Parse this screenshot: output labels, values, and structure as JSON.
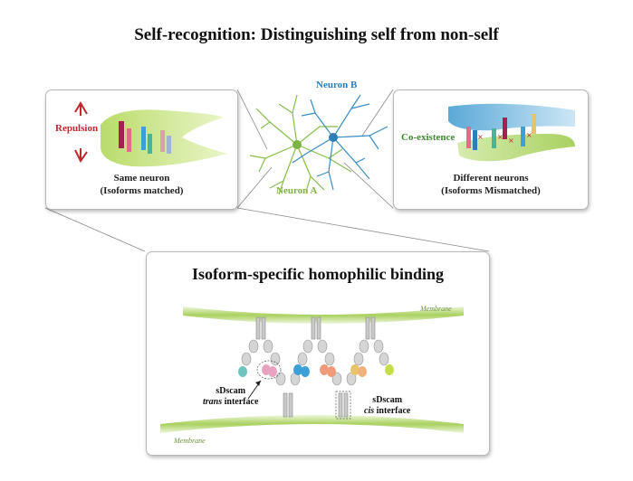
{
  "title": "Self-recognition: Distinguishing self from non-self",
  "center": {
    "neuron_a": "Neuron A",
    "neuron_b": "Neuron B"
  },
  "left_panel": {
    "label": "Repulsion",
    "caption_line1": "Same neuron",
    "caption_line2": "(Isoforms matched)"
  },
  "right_panel": {
    "label": "Co-existence",
    "caption_line1": "Different neurons",
    "caption_line2": "(Isoforms Mismatched)"
  },
  "bottom_panel": {
    "title": "Isoform-specific homophilic binding",
    "membrane_top": "Membrane",
    "membrane_bottom": "Membrane",
    "trans_line1": "sDscam",
    "trans_line2_italic": "trans",
    "trans_line2_rest": " interface",
    "cis_line1": "sDscam",
    "cis_line2_italic": "cis",
    "cis_line2_rest": " interface"
  },
  "colors": {
    "neuron_a": "#7cb342",
    "neuron_b": "#2e7fb8",
    "repulsion": "#c0282d",
    "coexistence": "#3d8a2f"
  }
}
